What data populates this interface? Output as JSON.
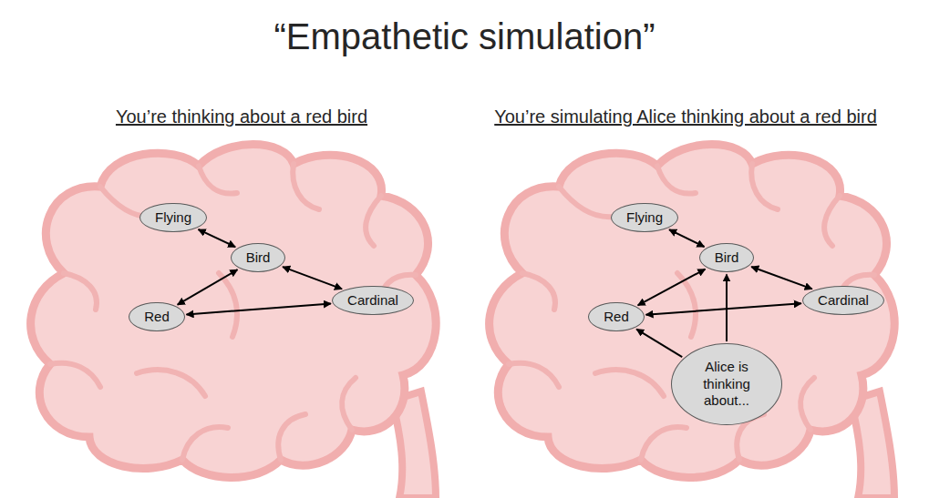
{
  "diagram": {
    "title": "“Empathetic simulation”",
    "nodes": [
      {
        "text": [
          "Flying"
        ]
      },
      {
        "text": [
          "Bird"
        ]
      },
      {
        "text": [
          "Red"
        ]
      },
      {
        "text": [
          "Cardinal"
        ]
      },
      {
        "text": [
          "Flying"
        ]
      },
      {
        "text": [
          "Bird"
        ]
      },
      {
        "text": [
          "Red"
        ]
      },
      {
        "text": [
          "Cardinal"
        ]
      },
      {
        "text": [
          "Alice is thinking about..."
        ]
      }
    ],
    "edges": [
      {
        "from": 0,
        "to": 1,
        "arrow": "both"
      },
      {
        "from": 1,
        "to": 2,
        "arrow": "both"
      },
      {
        "from": 1,
        "to": 3,
        "arrow": "both"
      },
      {
        "from": 2,
        "to": 3,
        "arrow": "both"
      },
      {
        "from": 4,
        "to": 5,
        "arrow": "both"
      },
      {
        "from": 5,
        "to": 6,
        "arrow": "both"
      },
      {
        "from": 5,
        "to": 7,
        "arrow": "both"
      },
      {
        "from": 6,
        "to": 7,
        "arrow": "both"
      },
      {
        "from": 8,
        "to": 6,
        "arrow": "to"
      },
      {
        "from": 8,
        "to": 5,
        "arrow": "to"
      }
    ],
    "labels": [
      "You’re thinking about a red bird",
      "You’re simulating Alice thinking about a red bird"
    ]
  }
}
